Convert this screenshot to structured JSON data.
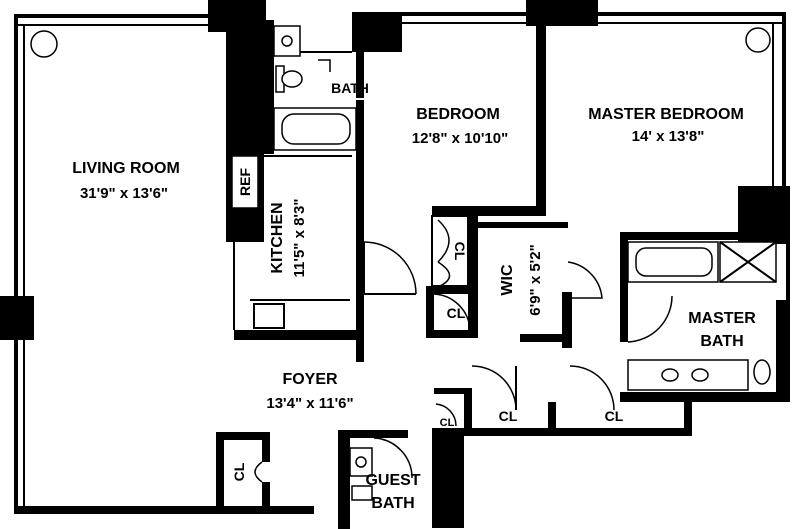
{
  "rooms": {
    "living_room": {
      "name": "LIVING ROOM",
      "dims": "31'9\" x 13'6\""
    },
    "bedroom": {
      "name": "BEDROOM",
      "dims": "12'8\" x 10'10\""
    },
    "master_bedroom": {
      "name": "MASTER BEDROOM",
      "dims": "14' x 13'8\""
    },
    "kitchen": {
      "name": "KITCHEN",
      "dims": "11'5\" x 8'3\""
    },
    "wic": {
      "name": "WIC",
      "dims": "6'9\" x 5'2\""
    },
    "foyer": {
      "name": "FOYER",
      "dims": "13'4\" x 11'6\""
    },
    "bath": {
      "name": "BATH"
    },
    "master_bath": {
      "line1": "MASTER",
      "line2": "BATH"
    },
    "guest_bath": {
      "line1": "GUEST",
      "line2": "BATH"
    }
  },
  "labels": {
    "ref": "REF",
    "closet": "CL"
  }
}
